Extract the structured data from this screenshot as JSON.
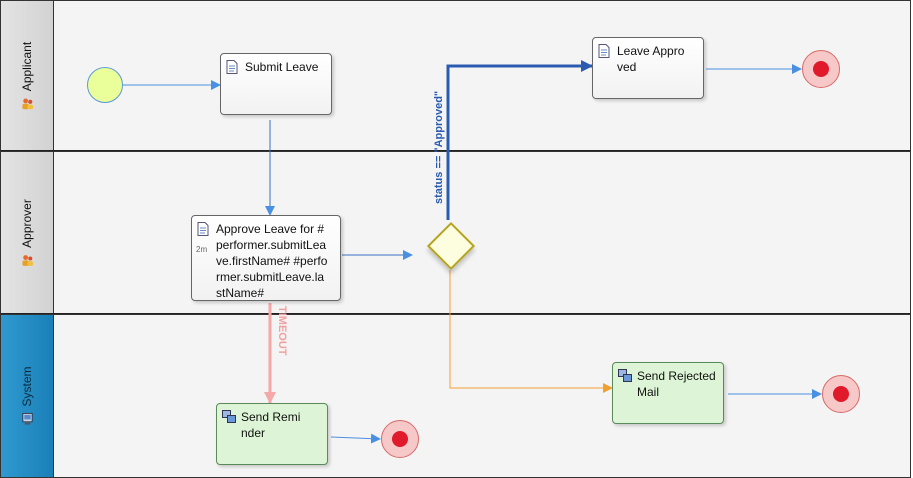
{
  "lanes": [
    {
      "label": "Applicant"
    },
    {
      "label": "Approver"
    },
    {
      "label": "System"
    }
  ],
  "tasks": {
    "submit_leave": "Submit Leave",
    "leave_approved": "Leave Approved",
    "approve_leave": "Approve Leave for #performer.submitLeave.firstName# #performer.submitLeave.lastName#",
    "approve_timer": "2m",
    "send_reminder": "Send Reminder",
    "send_rejected_mail": "Send Rejected Mail"
  },
  "flows": {
    "condition_label": "status == \"Approved\"",
    "timeout_label": "TIMEOUT"
  },
  "icons": {
    "lane_actor": "actor-icon",
    "lane_system": "system-icon",
    "user_task": "document-icon",
    "service_task": "service-icon"
  },
  "colors": {
    "flow": "#4a90e2",
    "approved_flow": "#2b5bb0",
    "rejected_flow": "#f0a030",
    "timeout_flow": "#f4a8a8",
    "system_lane": "#2f9ad0",
    "service_task_fill": "#ddf5d6",
    "end_event_core": "#e01a2a",
    "start_event_fill": "#eaff9a"
  }
}
